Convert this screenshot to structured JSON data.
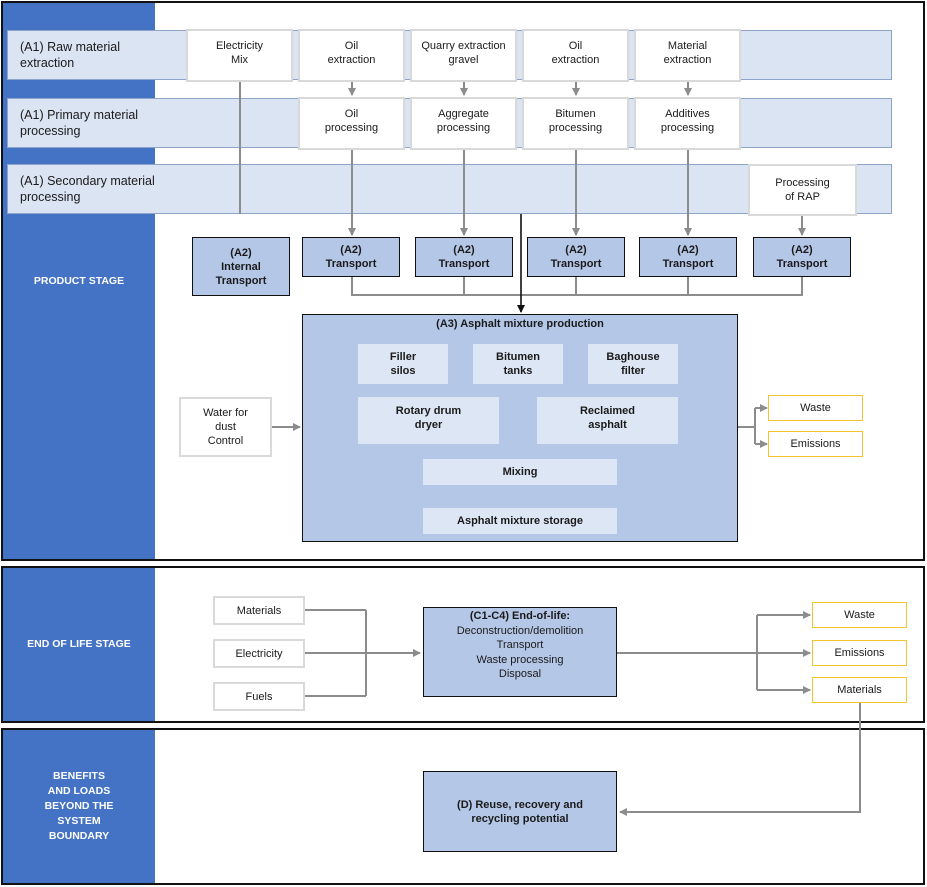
{
  "stages": {
    "product": "PRODUCT STAGE",
    "end_of_life": "END OF LIFE STAGE",
    "benefits": "BENEFITS AND LOADS BEYOND THE SYSTEM BOUNDARY"
  },
  "rows": {
    "raw": "(A1) Raw material extraction",
    "primary": "(A1) Primary material processing",
    "secondary": "(A1) Secondary material processing"
  },
  "raw_boxes": [
    "Electricity\nMix",
    "Oil\nextraction",
    "Quarry extraction\ngravel",
    "Oil\nextraction",
    "Material\nextraction"
  ],
  "primary_boxes": [
    "Oil\nprocessing",
    "Aggregate\nprocessing",
    "Bitumen\nprocessing",
    "Additives\nprocessing"
  ],
  "secondary_box": "Processing\nof RAP",
  "transport": {
    "internal": "(A2)\nInternal\nTransport",
    "transport": "(A2)\nTransport"
  },
  "a3": {
    "title": "(A3) Asphalt mixture production",
    "filler": "Filler\nsilos",
    "bitumen_tanks": "Bitumen\ntanks",
    "baghouse": "Baghouse\nfilter",
    "rotary": "Rotary drum\ndryer",
    "reclaimed": "Reclaimed\nasphalt",
    "mixing": "Mixing",
    "storage": "Asphalt mixture storage"
  },
  "water": "Water for\ndust\nControl",
  "outputs": {
    "waste": "Waste",
    "emissions": "Emissions",
    "materials": "Materials"
  },
  "eol_inputs": [
    "Materials",
    "Electricity",
    "Fuels"
  ],
  "eol": {
    "title": "(C1-C4) End-of-life:",
    "lines": [
      "Deconstruction/demolition",
      "Transport",
      "Waste processing",
      "Disposal"
    ]
  },
  "d_box": "(D) Reuse, recovery and recycling potential",
  "colors": {
    "stage_blue": "#4472c4",
    "row_fill": "#dbe4f3",
    "box_fill": "#b4c7e7",
    "output_border": "#f4c430",
    "arrow": "#8c8c8c"
  }
}
